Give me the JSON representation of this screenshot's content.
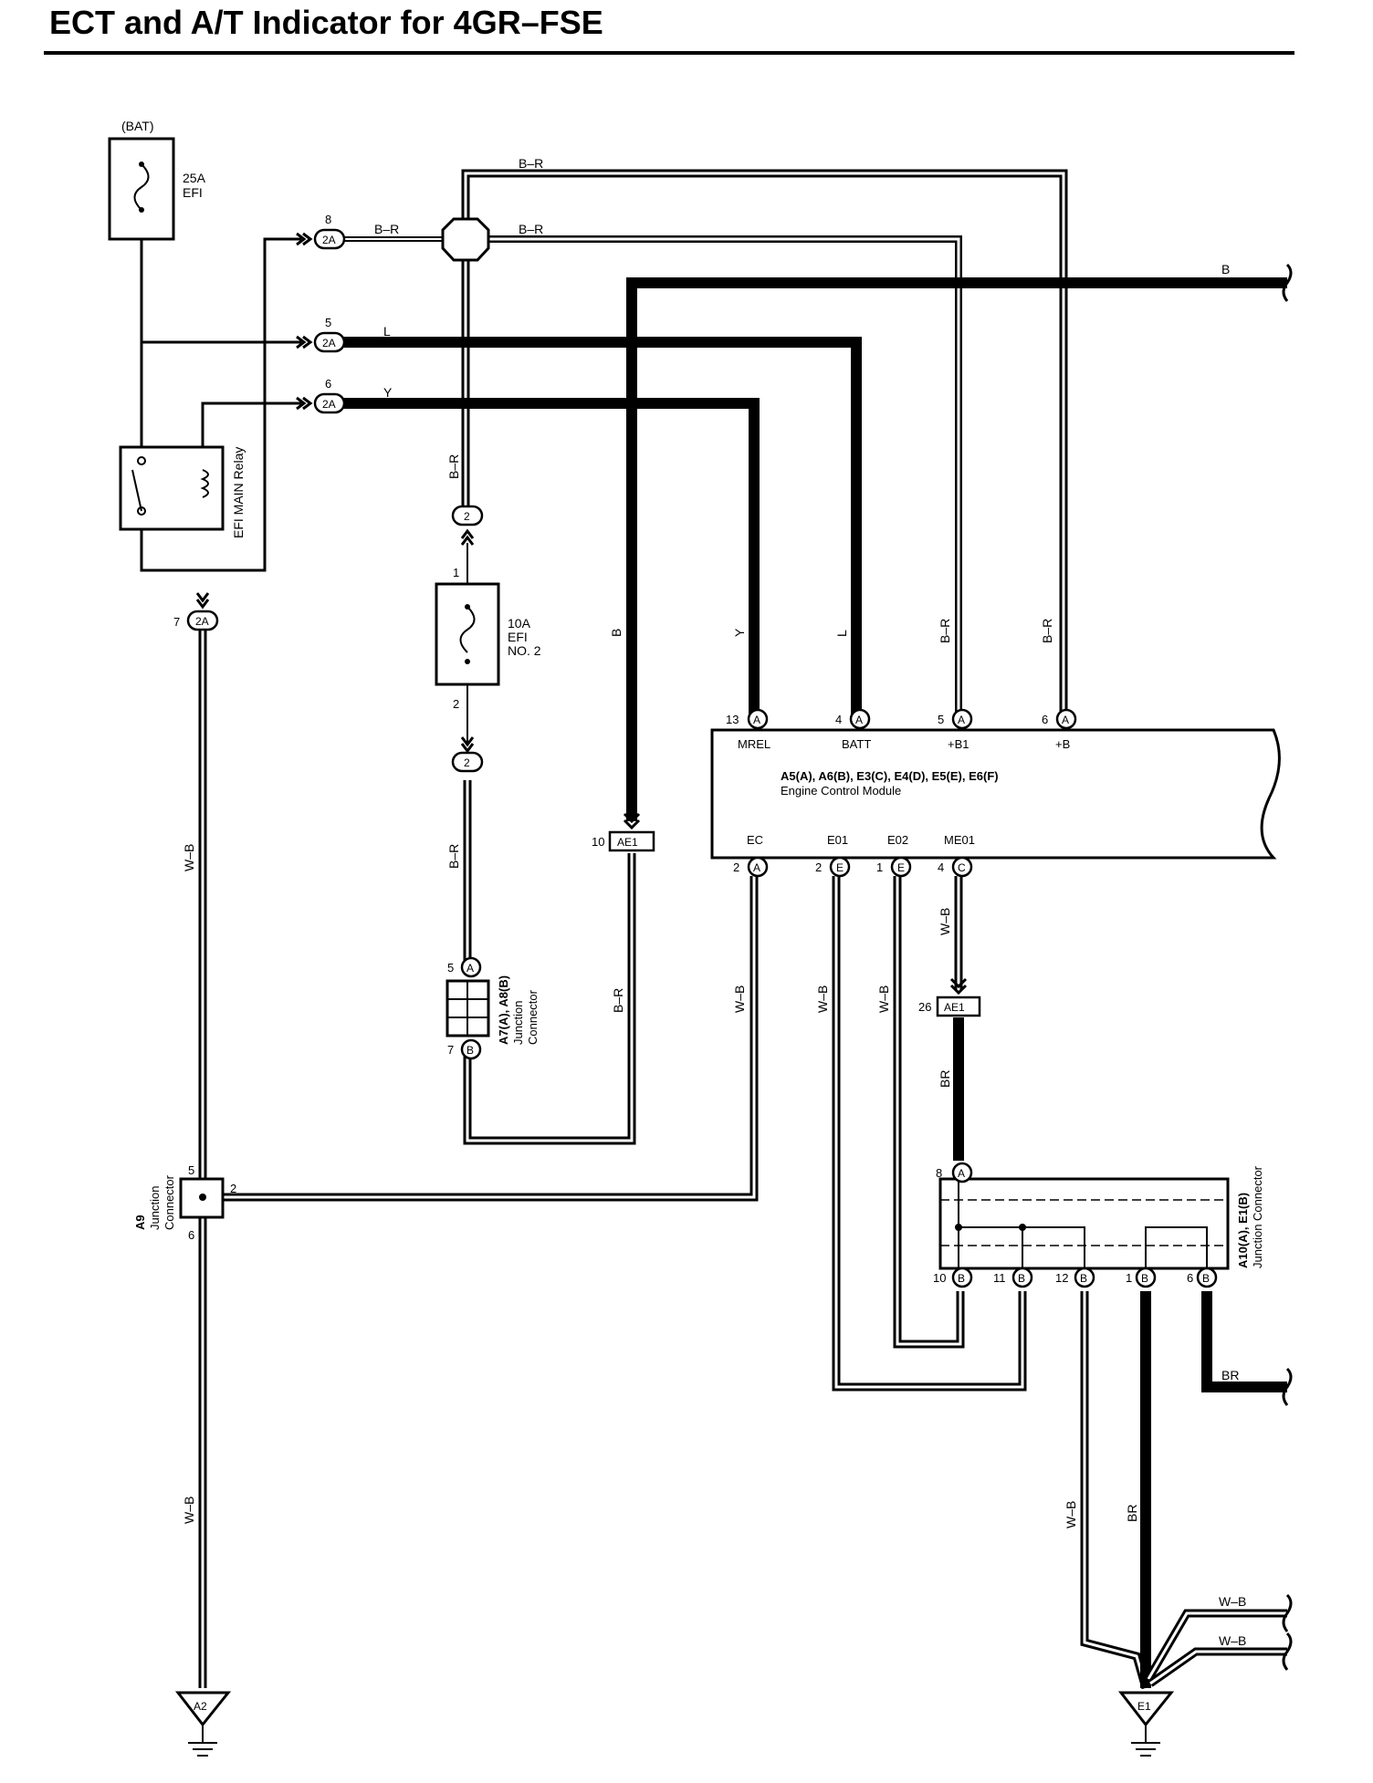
{
  "title": "ECT and A/T Indicator for 4GR–FSE",
  "colors": {
    "line": "#000000",
    "background": "#ffffff"
  },
  "components": {
    "bat": "(BAT)",
    "fuse_efi_amp": "25A",
    "fuse_efi_name": "EFI",
    "relay": "EFI MAIN Relay",
    "fuse_efi2_amp": "10A",
    "fuse_efi2_name": "EFI",
    "fuse_efi2_no": "NO. 2",
    "ecm_codes": "A5(A), A6(B), E3(C), E4(D), E5(E), E6(F)",
    "ecm_name": "Engine Control Module",
    "jc_a7_code": "A7(A), A8(B)",
    "jc_a7_line1": "Junction",
    "jc_a7_line2": "Connector",
    "jc_a9_code": "A9",
    "jc_a9_line1": "Junction",
    "jc_a9_line2": "Connector",
    "jc_a10_code": "A10(A), E1(B)",
    "jc_a10_name": "Junction Connector",
    "ground_a2": "A2",
    "ground_e1": "E1"
  },
  "ecm_pins": [
    {
      "num": "13",
      "conn": "A",
      "name": "MREL"
    },
    {
      "num": "4",
      "conn": "A",
      "name": "BATT"
    },
    {
      "num": "5",
      "conn": "A",
      "name": "+B1"
    },
    {
      "num": "6",
      "conn": "A",
      "name": "+B"
    },
    {
      "num": "2",
      "conn": "A",
      "name": "EC"
    },
    {
      "num": "2",
      "conn": "E",
      "name": "E01"
    },
    {
      "num": "1",
      "conn": "E",
      "name": "E02"
    },
    {
      "num": "4",
      "conn": "C",
      "name": "ME01"
    }
  ],
  "connectors": {
    "c2a": "2A",
    "c2a_pins": [
      "8",
      "5",
      "6",
      "7"
    ],
    "c2": "2",
    "ae1": "AE1",
    "ae1_pin_top": "10",
    "ae1_pin_bottom": "26",
    "fuse2_pin1": "1",
    "fuse2_pin2": "2",
    "a7_pin5": "5",
    "a7_conn_a": "A",
    "a7_pin7": "7",
    "a7_conn_b": "B",
    "a9_pin5": "5",
    "a9_pin2": "2",
    "a9_pin6": "6",
    "a10_pin8": "8",
    "a10_conn_a": "A",
    "a10_bottom_conn": "B",
    "a10_bottom_pins": [
      "10",
      "11",
      "12",
      "1",
      "6"
    ]
  },
  "wires": {
    "br": "B–R",
    "b": "B",
    "l": "L",
    "y": "Y",
    "wb": "W–B",
    "brown": "BR"
  }
}
